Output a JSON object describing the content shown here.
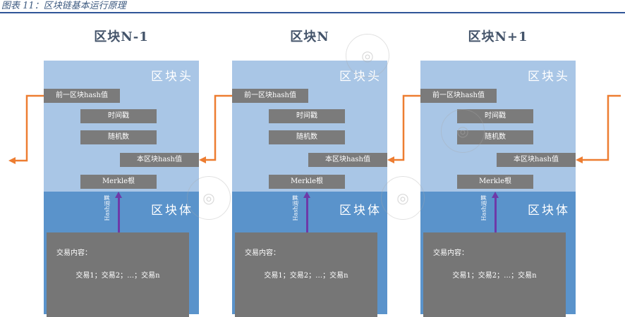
{
  "caption": "图表 11：区块链基本运行原理",
  "blocks": [
    {
      "title": "区块N-1",
      "head_label": "区块头",
      "fields": {
        "prev_hash": "前一区块hash值",
        "timestamp": "时间戳",
        "nonce": "随机数",
        "block_hash": "本区块hash值",
        "merkle": "Merkle根"
      },
      "hash_calc": "Hash运算",
      "body_label": "区块体",
      "tx_title": "交易内容：",
      "tx_list": "交易1；交易2；…；交易n"
    },
    {
      "title": "区块N",
      "head_label": "区块头",
      "fields": {
        "prev_hash": "前一区块hash值",
        "timestamp": "时间戳",
        "nonce": "随机数",
        "block_hash": "本区块hash值",
        "merkle": "Merkle根"
      },
      "hash_calc": "Hash运算",
      "body_label": "区块体",
      "tx_title": "交易内容：",
      "tx_list": "交易1；交易2；…；交易n"
    },
    {
      "title": "区块N+1",
      "head_label": "区块头",
      "fields": {
        "prev_hash": "前一区块hash值",
        "timestamp": "时间戳",
        "nonce": "随机数",
        "block_hash": "本区块hash值",
        "merkle": "Merkle根"
      },
      "hash_calc": "Hash运算",
      "body_label": "区块体",
      "tx_title": "交易内容：",
      "tx_list": "交易1；交易2；…；交易n"
    }
  ],
  "colors": {
    "head_bg": "#a9c6e6",
    "body_bg": "#5a93cb",
    "field_bg": "#7b7b7b",
    "link_arrow": "#ed7d31",
    "hash_arrow": "#6e3aa8",
    "caption_rule": "#2f5597"
  },
  "watermark_icon": "stamp-logo-icon"
}
